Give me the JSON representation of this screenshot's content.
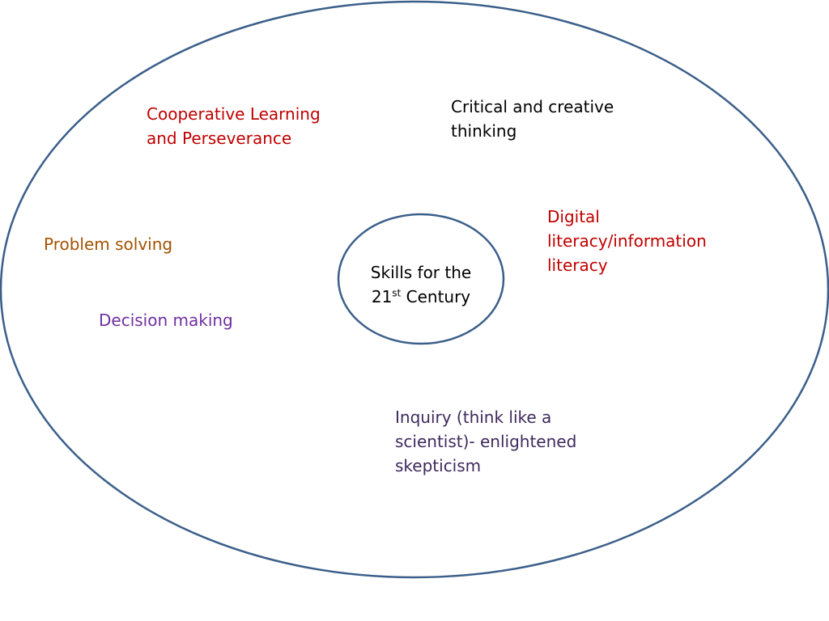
{
  "colors": {
    "ellipse_stroke": "#3b5f8a",
    "red": "#c00000",
    "black": "#000000",
    "brown": "#a35200",
    "purple": "#7030a0",
    "dark_purple": "#3d2a5c"
  },
  "center": {
    "line1": "Skills for the",
    "line2_num": "21",
    "line2_sup": "st",
    "line2_rest": " Century"
  },
  "skills": [
    {
      "id": "cooperative",
      "lines": [
        "Cooperative Learning",
        "and Perseverance"
      ],
      "color": "#c00000"
    },
    {
      "id": "critical",
      "lines": [
        "Critical and creative",
        "thinking"
      ],
      "color": "#000000"
    },
    {
      "id": "digital",
      "lines": [
        "Digital",
        "literacy/information",
        "literacy"
      ],
      "color": "#c00000"
    },
    {
      "id": "problem",
      "lines": [
        "Problem solving"
      ],
      "color": "#a35200"
    },
    {
      "id": "decision",
      "lines": [
        "Decision making"
      ],
      "color": "#7030a0"
    },
    {
      "id": "inquiry",
      "lines": [
        "Inquiry (think like a",
        "scientist)- enlightened",
        "skepticism"
      ],
      "color": "#3d2a5c"
    }
  ]
}
